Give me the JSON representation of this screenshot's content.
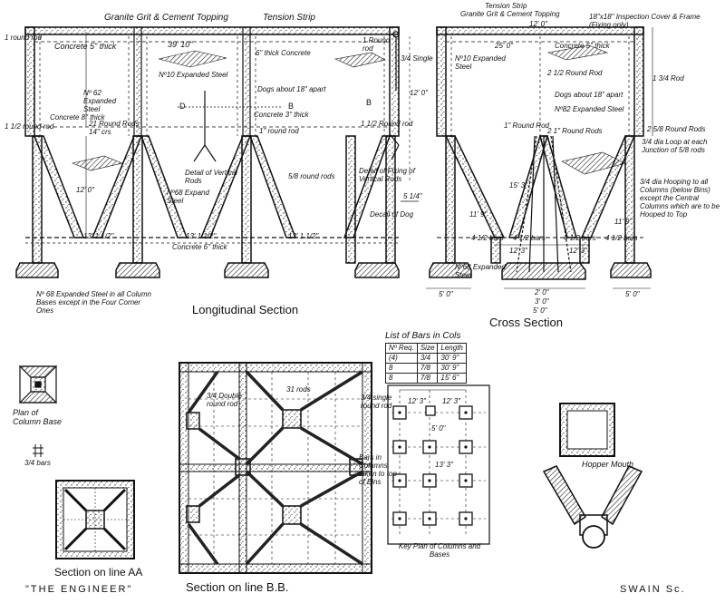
{
  "header": {
    "topping": "Granite Grit & Cement Topping",
    "tension_strip": "Tension Strip",
    "cross_tension_strip": "Tension Strip",
    "cross_topping": "Granite Grit & Cement Topping",
    "inspection_cover": "18\"x18\" Inspection Cover & Frame (Fixing only)"
  },
  "longitudinal": {
    "caption": "Longitudinal Section",
    "labels": {
      "round_rod_top": "1 round rod",
      "concrete_5": "Concrete 5\" thick",
      "dim_39_10": "39' 10\"",
      "expanded_steel_10": "Nº10 Expanded Steel",
      "concrete_6_top": "6\" thick Concrete",
      "expanded_steel_62": "Nº 62 Expanded Steel",
      "dogs_spacing": "Dogs about 18\" apart",
      "concrete_8": "Concrete 8\" thick",
      "round_rods_21": "21 Round Rods 14\" crs",
      "concrete_3": "Concrete 3\" thick",
      "round_rod_mid": "1\" round rod",
      "round_rod_left": "1 1/2 round rod",
      "detail_vertical_rods": "Detail of Vertical Rods",
      "expand_steel_68": "Nº68 Expand Steel",
      "round_rods_right": "5/8 round rods",
      "dim_12_0": "12' 0\"",
      "dim_13_1_left": "13' 1 1/2\"",
      "dim_13_1_mid": "13' 1 1/2\"",
      "dim_13_1_right": "13' 1 1/2\"",
      "concrete_6_bottom": "Concrete 6\" thick",
      "note_bases": "Nº 68 Expanded Steel in all Column Bases except in the Four Corner Ones",
      "letter_d": "D",
      "letter_b_left": "B",
      "letter_b_right": "B"
    }
  },
  "details": {
    "round_rod_detail": "1 Round rod",
    "single_detail": "3/4 Single",
    "round_rod_detail2": "1 1/2 Round rod",
    "fixing_detail": "Detail of Fixing of Vertical Rods",
    "dog_dim": "5 1/4\"",
    "dog_detail": "Decail of Dog",
    "dim_12_side": "12' 0\""
  },
  "cross": {
    "caption": "Cross Section",
    "labels": {
      "dim_12_top": "12' 0\"",
      "dim_25_0": "25' 0\"",
      "expanded_steel_10": "Nº10 Expanded Steel",
      "concrete_5": "Concrete 5\" thick",
      "round_rod_2": "2 1/2 Round Rod",
      "rod_1_3_4": "1 3/4 Rod",
      "dogs_spacing": "Dogs about 18\" apart",
      "expanded_steel_82": "Nº82 Expanded Steel",
      "round_rods_2": "2 5/8 Round Rods",
      "round_rods_1": "2 1\" Round Rods",
      "round_rod_short": "1\" Round Rod",
      "loop_note": "3/4 dia Loop at each Junction of 5/8 rods",
      "hooping_note": "3/4 dia Hooping to all Columns (below Bins) except the Central Columns which are to be Hooped to Top",
      "bars_4_1": "4 1/2 bars",
      "bars_4_2": "4 1/2 bars",
      "bars_4_3": "4 1/2 bars",
      "bars_4_4": "4 1/2 bars",
      "dim_12_3_left": "12' 3\"",
      "dim_12_3_right": "12' 3\"",
      "dim_15_3": "15' 3\"",
      "dim_11_9_left": "11' 9\"",
      "dim_11_9_right": "11' 9\"",
      "expanded_steel_68": "Nº68 Expanded Steel",
      "dim_5_0_left": "5' 0\"",
      "dim_5_0_mid": "5' 0\"",
      "dim_5_0_right": "5' 0\"",
      "dim_2_0": "2' 0\"",
      "dim_3_0": "3' 0\""
    }
  },
  "bars_table": {
    "title": "List of Bars in Cols",
    "headers": [
      "Nº Req.",
      "Size",
      "Length"
    ],
    "rows": [
      [
        "(4)",
        "3/4",
        "30' 9\""
      ],
      [
        "8",
        "7/8",
        "30' 9\""
      ],
      [
        "8",
        "7/8",
        "15' 6\""
      ]
    ]
  },
  "key_plan": {
    "caption": "Key Plan of Columns and Bases",
    "single_rod": "3/4 single round rod",
    "dim_12_3_a": "12' 3\"",
    "dim_12_3_b": "12' 3\"",
    "dim_5_0": "5' 0\"",
    "dim_13_3": "13' 3\"",
    "bars_note": "Bars in Columns taken to top of Bins"
  },
  "plans": {
    "column_base": "Plan of Column Base",
    "bars_label": "3/4 bars",
    "section_aa": "Section on line AA",
    "section_bb": "Section on line B.B.",
    "double_rod": "3/4 Double round rod",
    "rods_31": "31 rods",
    "hopper_mouth": "Hopper Mouth"
  },
  "footer": {
    "engineer": "\"THE ENGINEER\"",
    "engraver": "SWAIN Sc."
  }
}
